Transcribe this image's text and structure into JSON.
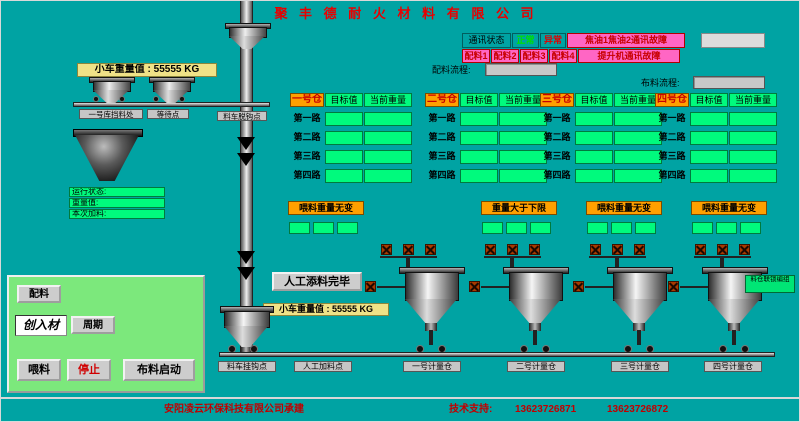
{
  "title": "聚 丰 德 耐 火 材 料 有 限 公 司",
  "comm": {
    "status_label": "通讯状态",
    "normal": "正常",
    "abnormal": "异常",
    "tar_alarm": "焦油1焦油2通讯故障",
    "batch_alarms": [
      "配料1",
      "配料2",
      "配料3",
      "配料4",
      "提升机通讯故障"
    ],
    "batch_flow_label": "配料流程:",
    "cloth_flow_label": "布料流程:"
  },
  "cart_weight": {
    "label": "小车重量值 :",
    "value": "55555  KG"
  },
  "points": {
    "block": "一号库挡料处",
    "wait": "等待点",
    "unhook": "料车脱钩点",
    "hook": "料车挂钩点",
    "manual_feed": "人工加料点"
  },
  "left_status": [
    "运行状态:",
    "重量值:",
    "本次加料:"
  ],
  "tables": [
    {
      "name": "一号仓",
      "col1": "目标值",
      "col2": "当前重量",
      "rows": [
        "第一路",
        "第二路",
        "第三路",
        "第四路"
      ]
    },
    {
      "name": "二号仓",
      "col1": "目标值",
      "col2": "当前重量",
      "rows": [
        "第一路",
        "第二路",
        "第三路",
        "第四路"
      ]
    },
    {
      "name": "三号仓",
      "col1": "目标值",
      "col2": "当前重量",
      "rows": [
        "第一路",
        "第二路",
        "第三路",
        "第四路"
      ]
    },
    {
      "name": "四号仓",
      "col1": "目标值",
      "col2": "当前重量",
      "rows": [
        "第一路",
        "第二路",
        "第三路",
        "第四路"
      ]
    }
  ],
  "alarms": [
    "喂料重量无变",
    "重量大于下限",
    "喂料重量无变",
    "喂料重量无变"
  ],
  "interlock_note": "料仓联锁编组",
  "manual_done_button": "人工添料完毕",
  "bins": [
    "一号计量仓",
    "二号计量仓",
    "三号计量仓",
    "四号计量仓"
  ],
  "panel": {
    "batch": "配料",
    "display": "创入材",
    "cycle": "周期",
    "feed": "喂料",
    "stop": "停止",
    "cloth_start": "布料启动"
  },
  "footer": {
    "builder": "安阳凌云环保科技有限公司承建",
    "support_label": "技术支持:",
    "phone1": "13623726871",
    "phone2": "13623726872"
  },
  "colors": {
    "background": "#00a3a3",
    "alarm_pink": "#ff66c4",
    "value_green": "#00fa7d",
    "header_orange": "#ffa000",
    "title_red": "#e80000",
    "stop_red": "#d00000"
  }
}
